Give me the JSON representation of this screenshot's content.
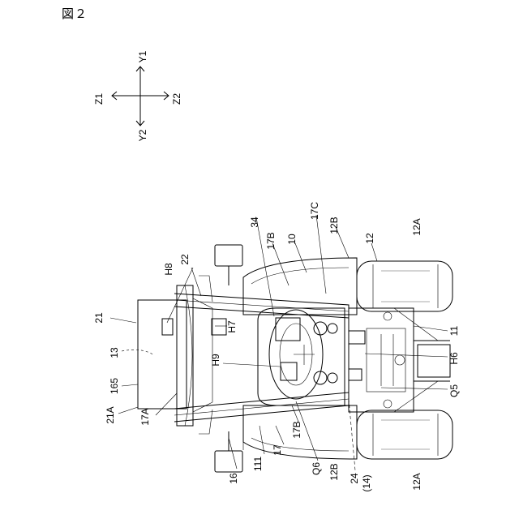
{
  "figure": {
    "title": "図２"
  },
  "directions": {
    "up": "Y1",
    "down": "Y2",
    "left": "Z1",
    "right": "Z2"
  },
  "labels": {
    "l21": "21",
    "l13": "13",
    "l165": "165",
    "l21A": "21A",
    "l17A": "17A",
    "l22": "22",
    "lH8": "H8",
    "lH7": "H7",
    "lH9": "H9",
    "l34": "34",
    "l17B_top": "17B",
    "l10": "10",
    "l17C": "17C",
    "l12B_top": "12B",
    "l12": "12",
    "l12A_top": "12A",
    "l11": "11",
    "lH6": "H6",
    "lQ5": "Q5",
    "l12A_bot": "12A",
    "l24": "24",
    "l14": "(14)",
    "l12B_bot": "12B",
    "lQ6": "Q6",
    "l17B_bot": "17B",
    "l17": "17",
    "l111": "111",
    "l16": "16"
  }
}
